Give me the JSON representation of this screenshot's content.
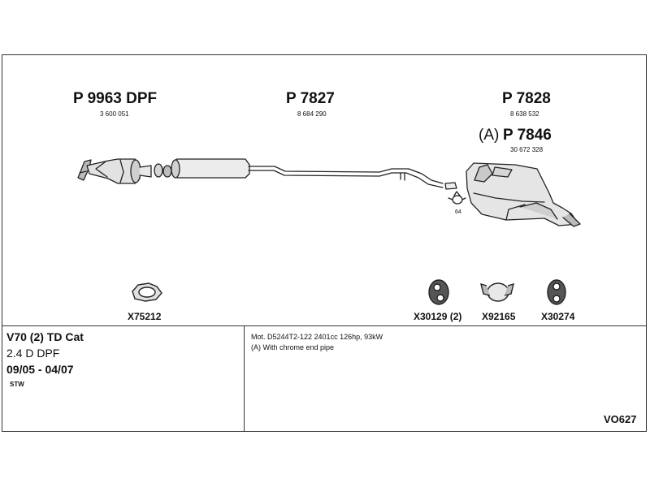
{
  "parts": {
    "p1": {
      "label": "P 9963 DPF",
      "number": "3 600 051"
    },
    "p2": {
      "label": "P 7827",
      "number": "8 684 290"
    },
    "p3": {
      "label": "P 7828",
      "number": "8 638 532"
    },
    "p4": {
      "prefix": "(A)",
      "label": "P 7846",
      "number": "30 672 328"
    },
    "small_label": "64"
  },
  "accessories": [
    {
      "code": "X75212"
    },
    {
      "code": "X30129 (2)"
    },
    {
      "code": "X92165"
    },
    {
      "code": "X30274"
    }
  ],
  "vehicle": {
    "model": "V70 (2) TD Cat",
    "engine": "2.4 D DPF",
    "dates": "09/05 - 04/07",
    "body": "STW"
  },
  "notes": {
    "motor": "Mot. D5244T2-122 2401cc 126hp, 93kW",
    "option": "(A) With chrome end pipe"
  },
  "catalog_code": "VO627"
}
